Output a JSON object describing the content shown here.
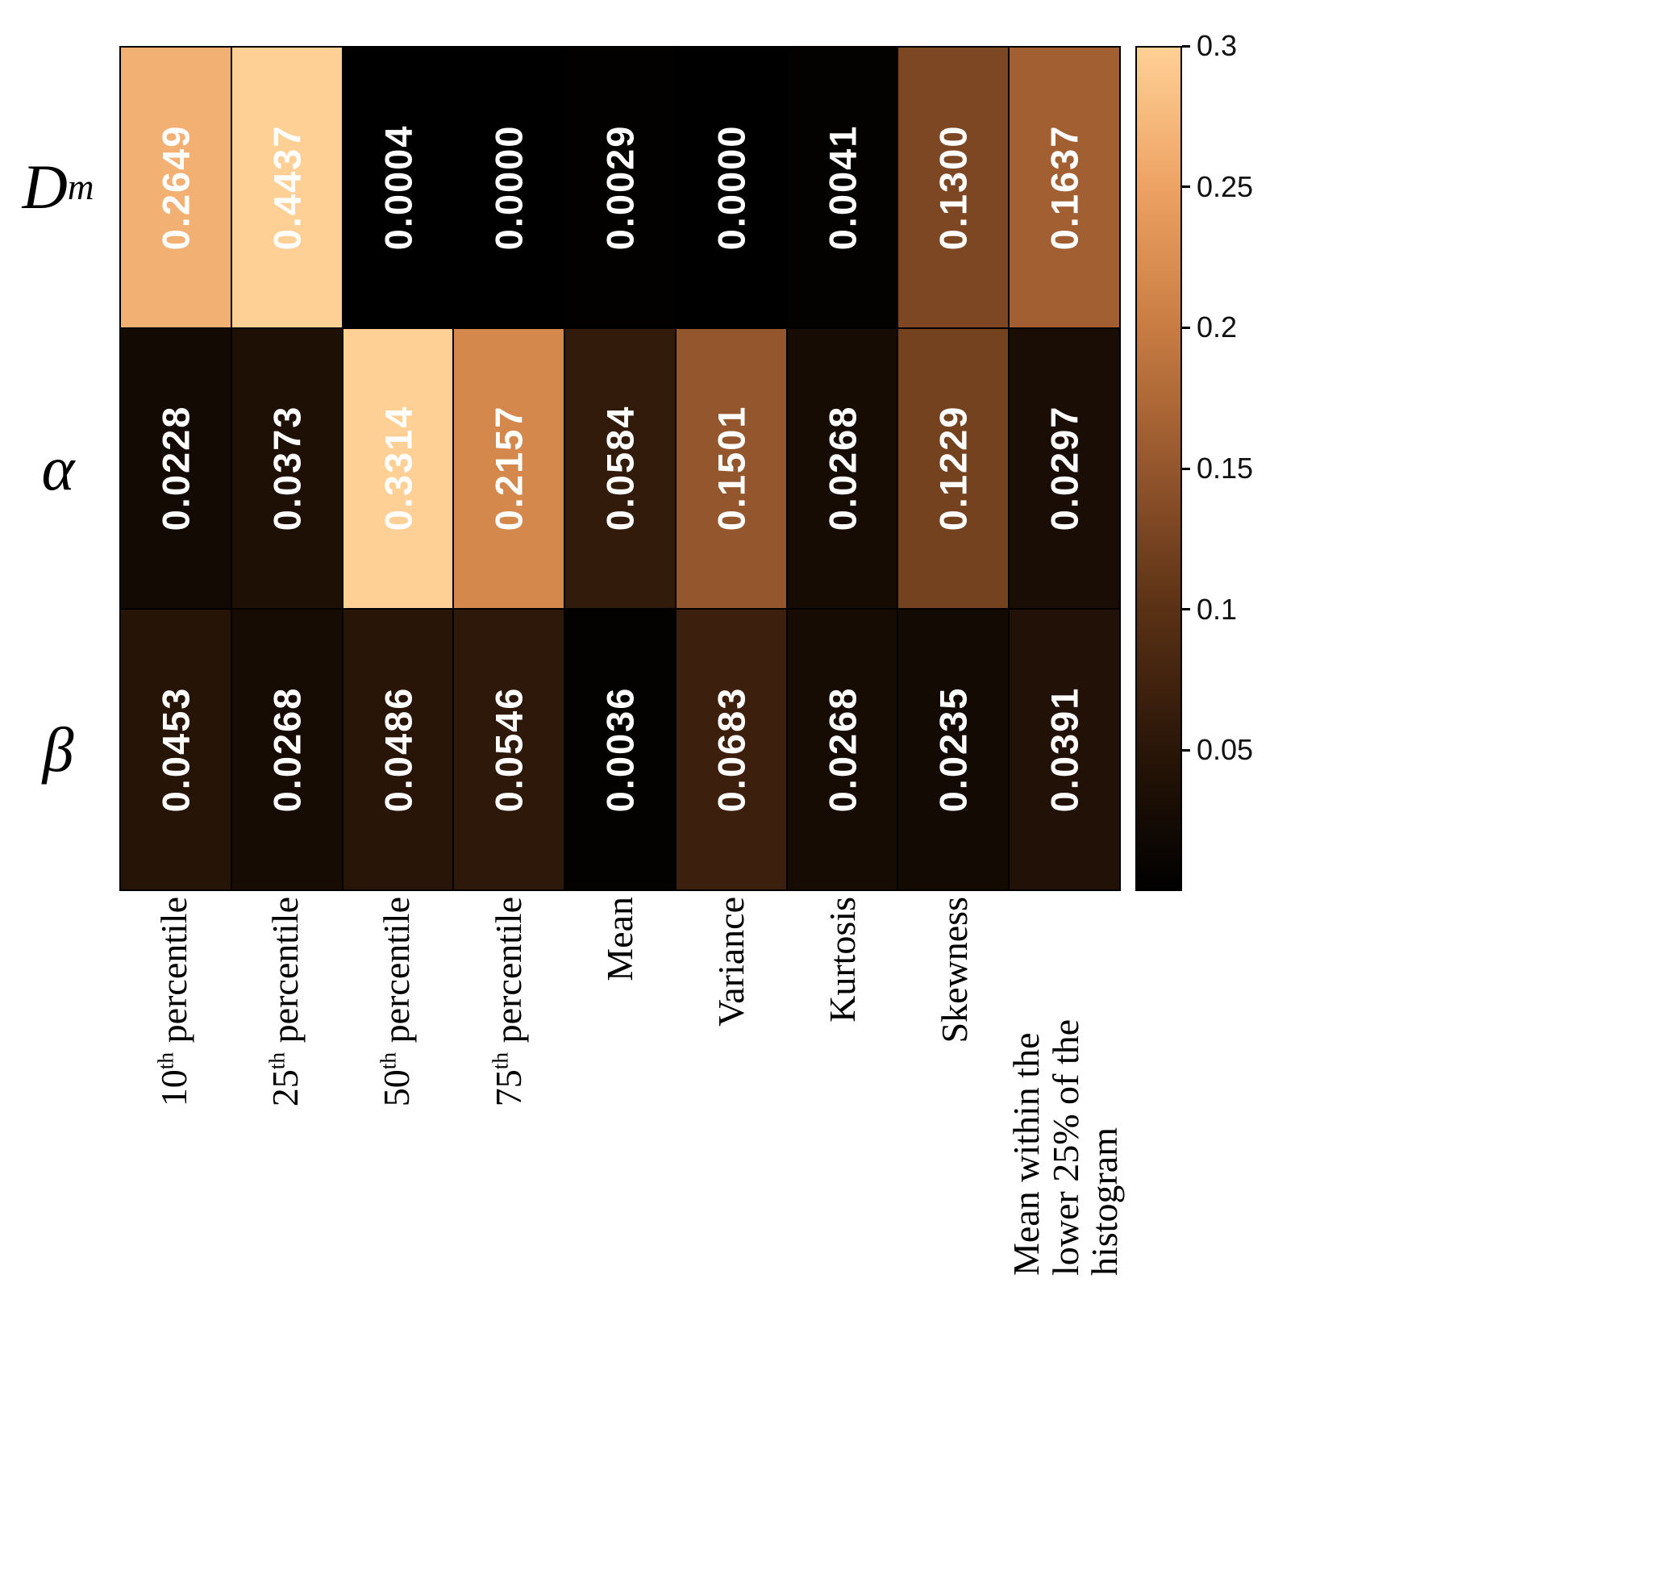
{
  "chart_data": {
    "type": "heatmap",
    "rows": [
      {
        "main": "D",
        "sub": "m"
      },
      {
        "main": "α",
        "sub": ""
      },
      {
        "main": "β",
        "sub": ""
      }
    ],
    "columns": [
      {
        "pre": "10",
        "sup": "th",
        "post": " percentile"
      },
      {
        "pre": "25",
        "sup": "th",
        "post": " percentile"
      },
      {
        "pre": "50",
        "sup": "th",
        "post": " percentile"
      },
      {
        "pre": "75",
        "sup": "th",
        "post": " percentile"
      },
      {
        "pre": "Mean"
      },
      {
        "pre": "Variance"
      },
      {
        "pre": "Kurtosis"
      },
      {
        "pre": "Skewness"
      },
      {
        "lines": [
          "Mean within the",
          "lower 25% of the",
          "histogram"
        ]
      }
    ],
    "values": [
      [
        0.2649,
        0.4437,
        0.0004,
        0.0,
        0.0029,
        0.0,
        0.0041,
        0.13,
        0.1637
      ],
      [
        0.0228,
        0.0373,
        0.3314,
        0.2157,
        0.0584,
        0.1501,
        0.0268,
        0.1229,
        0.0297
      ],
      [
        0.0453,
        0.0268,
        0.0486,
        0.0546,
        0.0036,
        0.0683,
        0.0268,
        0.0235,
        0.0391
      ]
    ],
    "value_decimals": 4,
    "scale": {
      "min": 0,
      "max": 0.3
    },
    "colorbar": {
      "ticks": [
        "0.05",
        "0.1",
        "0.15",
        "0.2",
        "0.25",
        "0.3"
      ],
      "tick_values": [
        0.05,
        0.1,
        0.15,
        0.2,
        0.25,
        0.3
      ],
      "position": "right"
    },
    "colormap_stops": [
      {
        "t": 0.0,
        "color": "#000000"
      },
      {
        "t": 0.1667,
        "color": "#2a1608"
      },
      {
        "t": 0.3333,
        "color": "#5a3115"
      },
      {
        "t": 0.5,
        "color": "#94562c"
      },
      {
        "t": 0.6667,
        "color": "#c87c42"
      },
      {
        "t": 0.8333,
        "color": "#eda263"
      },
      {
        "t": 1.0,
        "color": "#ffd095"
      }
    ],
    "cell_text_color": "#ffffff",
    "grid_line_color": "#000000"
  }
}
